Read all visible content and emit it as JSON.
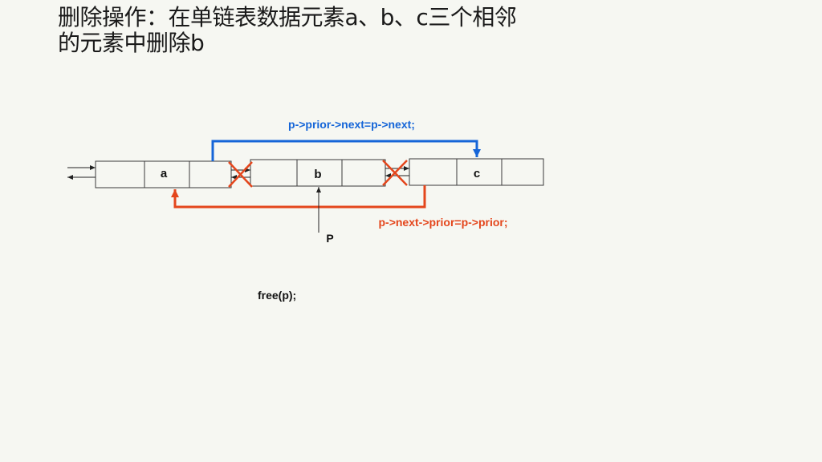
{
  "slide": {
    "title_line1": "删除操作：在单链表数据元素a、b、c三个相邻",
    "title_line2": "的元素中删除b"
  },
  "diagram": {
    "nodes": [
      {
        "label": "a"
      },
      {
        "label": "b"
      },
      {
        "label": "c"
      }
    ],
    "pointer_label": "P",
    "code_top": "p->prior->next=p->next;",
    "code_bottom": "p->next->prior=p->prior;",
    "free_statement": "free(p);",
    "colors": {
      "top_link": "#1565d8",
      "bottom_link": "#e4461c",
      "cross_mark": "#e4461c"
    }
  }
}
